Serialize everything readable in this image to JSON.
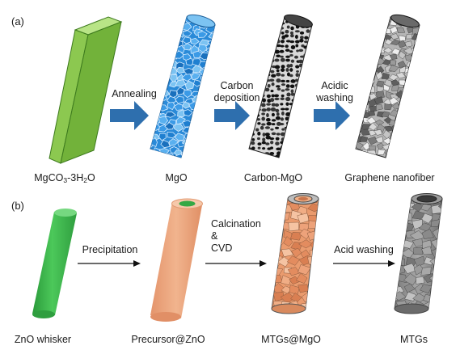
{
  "panels": {
    "a": "(a)",
    "b": "(b)"
  },
  "row_a": {
    "steps": [
      {
        "label_parts": [
          "MgCO",
          "3",
          "-3H",
          "2",
          "O"
        ]
      },
      {
        "label": "MgO"
      },
      {
        "label": "Carbon-MgO"
      },
      {
        "label": "Graphene nanofiber"
      }
    ],
    "arrows": [
      {
        "label": "Annealing"
      },
      {
        "label": "Carbon\ndeposition"
      },
      {
        "label": "Acidic\nwashing"
      }
    ]
  },
  "row_b": {
    "steps": [
      {
        "label": "ZnO whisker"
      },
      {
        "label": "Precursor@ZnO"
      },
      {
        "label": "MTGs@MgO"
      },
      {
        "label": "MTGs"
      }
    ],
    "arrows": [
      {
        "label": "Precipitation"
      },
      {
        "label": "Calcination\n&\nCVD"
      },
      {
        "label": "Acid washing"
      }
    ]
  },
  "colors": {
    "green_prism": "#8cc850",
    "mgo_blue": "#2a8ad8",
    "block_arrow": "#2e6fae",
    "zno_green": "#3cb64a",
    "precursor_orange": "#eba57e",
    "mgo_shell_orange": "#ea9b6e",
    "mtg_gray": "#8c8c8c"
  }
}
